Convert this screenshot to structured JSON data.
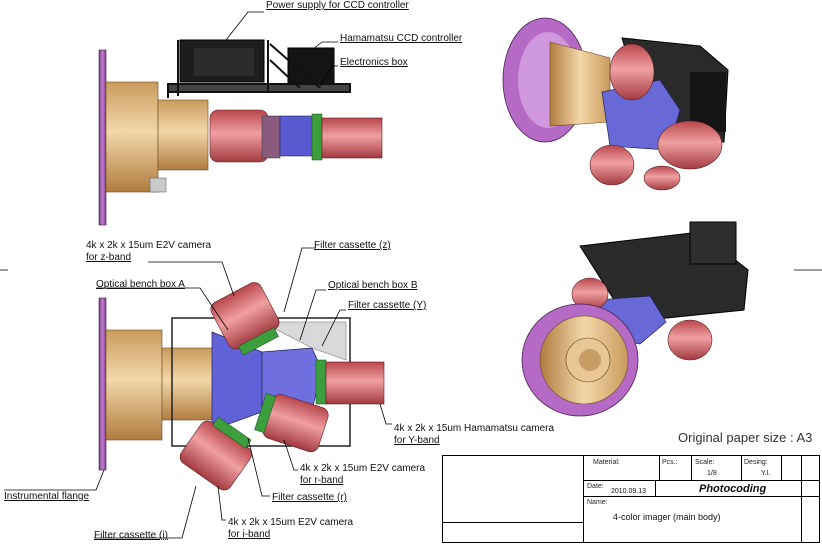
{
  "labels": {
    "power_supply": "Power supply for CCD controller",
    "hamamatsu_controller": "Hamamatsu CCD controller",
    "electronics_box": "Electronics box",
    "z_camera_line1": "4k x 2k x 15um E2V camera",
    "z_camera_line2": "for z-band",
    "filter_z": "Filter cassette (z)",
    "bench_a": "Optical bench box A",
    "bench_b": "Optical bench box B",
    "filter_y": "Filter cassette (Y)",
    "y_camera_line1": "4k x 2k x 15um Hamamatsu camera",
    "y_camera_line2": "for Y-band",
    "r_camera_line1": "4k x 2k x 15um E2V camera",
    "r_camera_line2": "for r-band",
    "flange": "Instrumental flange",
    "filter_r": "Filter cassette (r)",
    "filter_i": "Filter cassette (i)",
    "i_camera_line1": "4k x 2k x 15um E2V camera",
    "i_camera_line2": "for i-band"
  },
  "paper_size": "Original paper size : A3",
  "title_block": {
    "material_label": "Material:",
    "pcs_label": "Pcs.:",
    "scale_label": "Scale:",
    "scale_value": "1/8",
    "design_label": "Desing:",
    "design_value": "Y.I.",
    "date_label": "Date:",
    "date_value": "2010.09.13",
    "brand": "Photocoding",
    "name_label": "Name:",
    "name_value": "4-color imager (main body)"
  }
}
